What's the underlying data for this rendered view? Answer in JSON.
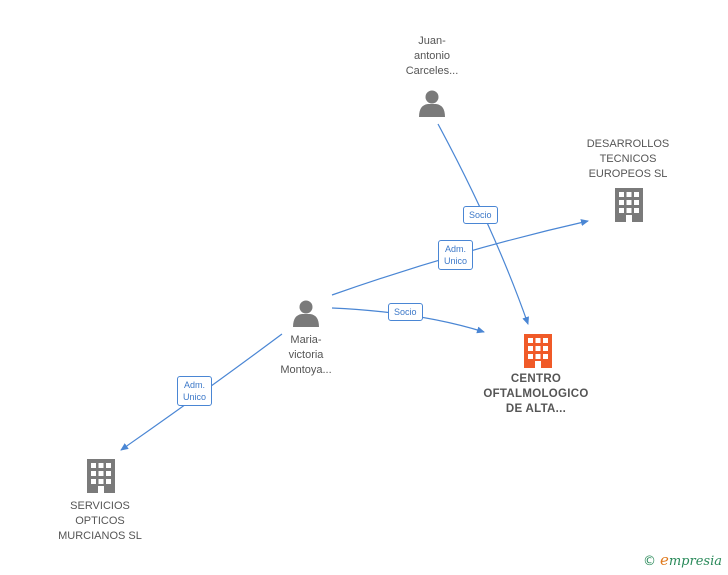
{
  "nodes": {
    "juan": {
      "label": "Juan-\nantonio\nCarceles..."
    },
    "maria": {
      "label": "Maria-\nvictoria\nMontoya..."
    },
    "desarrollos": {
      "label": "DESARROLLOS\nTECNICOS\nEUROPEOS SL"
    },
    "centro": {
      "label": "CENTRO\nOFTALMOLOGICO\nDE ALTA..."
    },
    "servicios": {
      "label": "SERVICIOS\nOPTICOS\nMURCIANOS SL"
    }
  },
  "edges": {
    "juan_centro": "Socio",
    "maria_desarrollos": "Adm.\nUnico",
    "maria_centro": "Socio",
    "maria_servicios": "Adm.\nUnico"
  },
  "footer": {
    "copyright": "©",
    "brand_e": "e",
    "brand_rest": "mpresia"
  },
  "colors": {
    "edge": "#4a86d4",
    "person": "#7a7a7a",
    "company": "#7a7a7a",
    "highlight": "#f05a28"
  }
}
